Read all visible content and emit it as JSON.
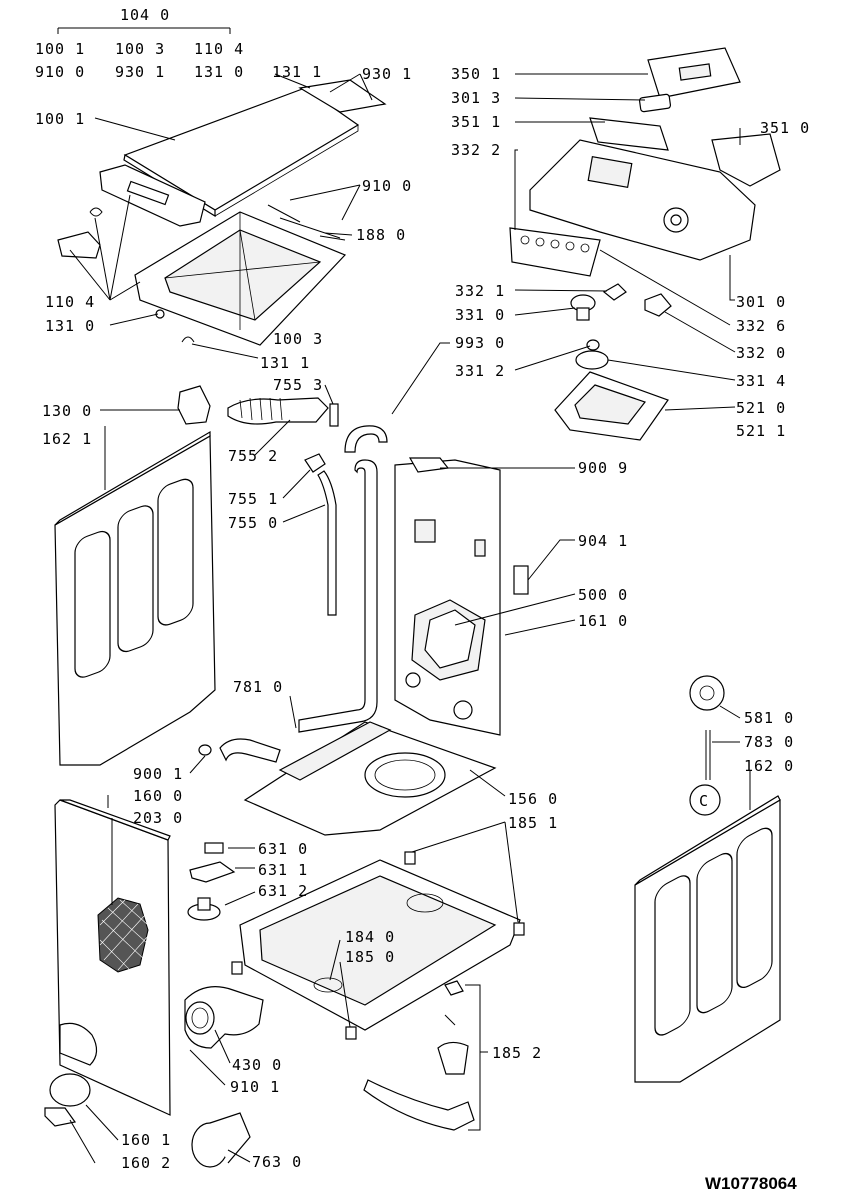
{
  "labels": {
    "l1040": "104 0",
    "l1001a": "100 1",
    "l1003a": "100 3",
    "l1104a": "110 4",
    "l9100a": "910 0",
    "l9301a": "930 1",
    "l1310a": "131 0",
    "l1311a": "131 1",
    "l9301b": "930 1",
    "l1001b": "100 1",
    "l9100b": "910 0",
    "l1880": "188 0",
    "l1104b": "110 4",
    "l1310b": "131 0",
    "l1003b": "100 3",
    "l1311b": "131 1",
    "l7553": "755 3",
    "l1300": "130 0",
    "l1621": "162 1",
    "l7552": "755 2",
    "l7551": "755 1",
    "l7550": "755 0",
    "l7810": "781 0",
    "l9001": "900 1",
    "l1600": "160 0",
    "l2030": "203 0",
    "l6310": "631 0",
    "l6311": "631 1",
    "l6312": "631 2",
    "l1840": "184 0",
    "l1850": "185 0",
    "l4300": "430 0",
    "l9101": "910 1",
    "l1601": "160 1",
    "l1602": "160 2",
    "l7630": "763 0",
    "l3501": "350 1",
    "l3013": "301 3",
    "l3511": "351 1",
    "l3510": "351 0",
    "l3322": "332 2",
    "l3010": "301 0",
    "l3326": "332 6",
    "l3321": "332 1",
    "l3310": "331 0",
    "l3320": "332 0",
    "l9930": "993 0",
    "l3312": "331 2",
    "l3314": "331 4",
    "l5210": "521 0",
    "l5211": "521 1",
    "l9009": "900 9",
    "l9041": "904 1",
    "l5000": "500 0",
    "l1610": "161 0",
    "l5810": "581 0",
    "l7830": "783 0",
    "l1620": "162 0",
    "l1560": "156 0",
    "l1851": "185 1",
    "l1852": "185 2"
  },
  "document_id": "W10778064",
  "callout_letter": "C"
}
